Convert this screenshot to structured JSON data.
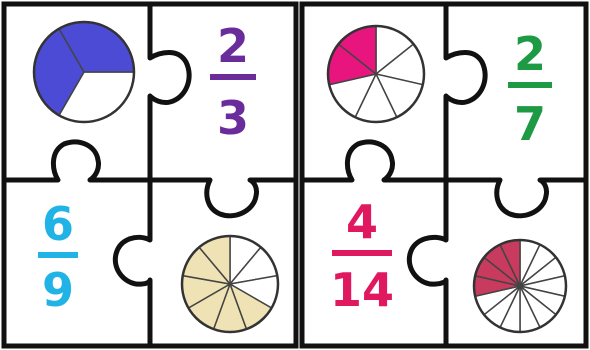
{
  "colors": {
    "outline": "#111111",
    "background": "#ffffff",
    "slice_stroke": "#444444"
  },
  "pieces": [
    {
      "id": "p1",
      "kind": "pie",
      "slices": 3,
      "filled": 2,
      "color": "#4b4bd6"
    },
    {
      "id": "p2",
      "kind": "fraction",
      "numerator": "2",
      "denominator": "3",
      "color": "#6a2c9a"
    },
    {
      "id": "p3",
      "kind": "pie",
      "slices": 7,
      "filled": 2,
      "color": "#e8157f"
    },
    {
      "id": "p4",
      "kind": "fraction",
      "numerator": "2",
      "denominator": "7",
      "color": "#1e9a45"
    },
    {
      "id": "p5",
      "kind": "fraction",
      "numerator": "6",
      "denominator": "9",
      "color": "#21b3e6"
    },
    {
      "id": "p6",
      "kind": "pie",
      "slices": 9,
      "filled": 6,
      "color": "#efe2b4"
    },
    {
      "id": "p7",
      "kind": "fraction",
      "numerator": "4",
      "denominator": "14",
      "color": "#e0185f"
    },
    {
      "id": "p8",
      "kind": "pie",
      "slices": 14,
      "filled": 4,
      "color": "#c83a5e"
    }
  ]
}
